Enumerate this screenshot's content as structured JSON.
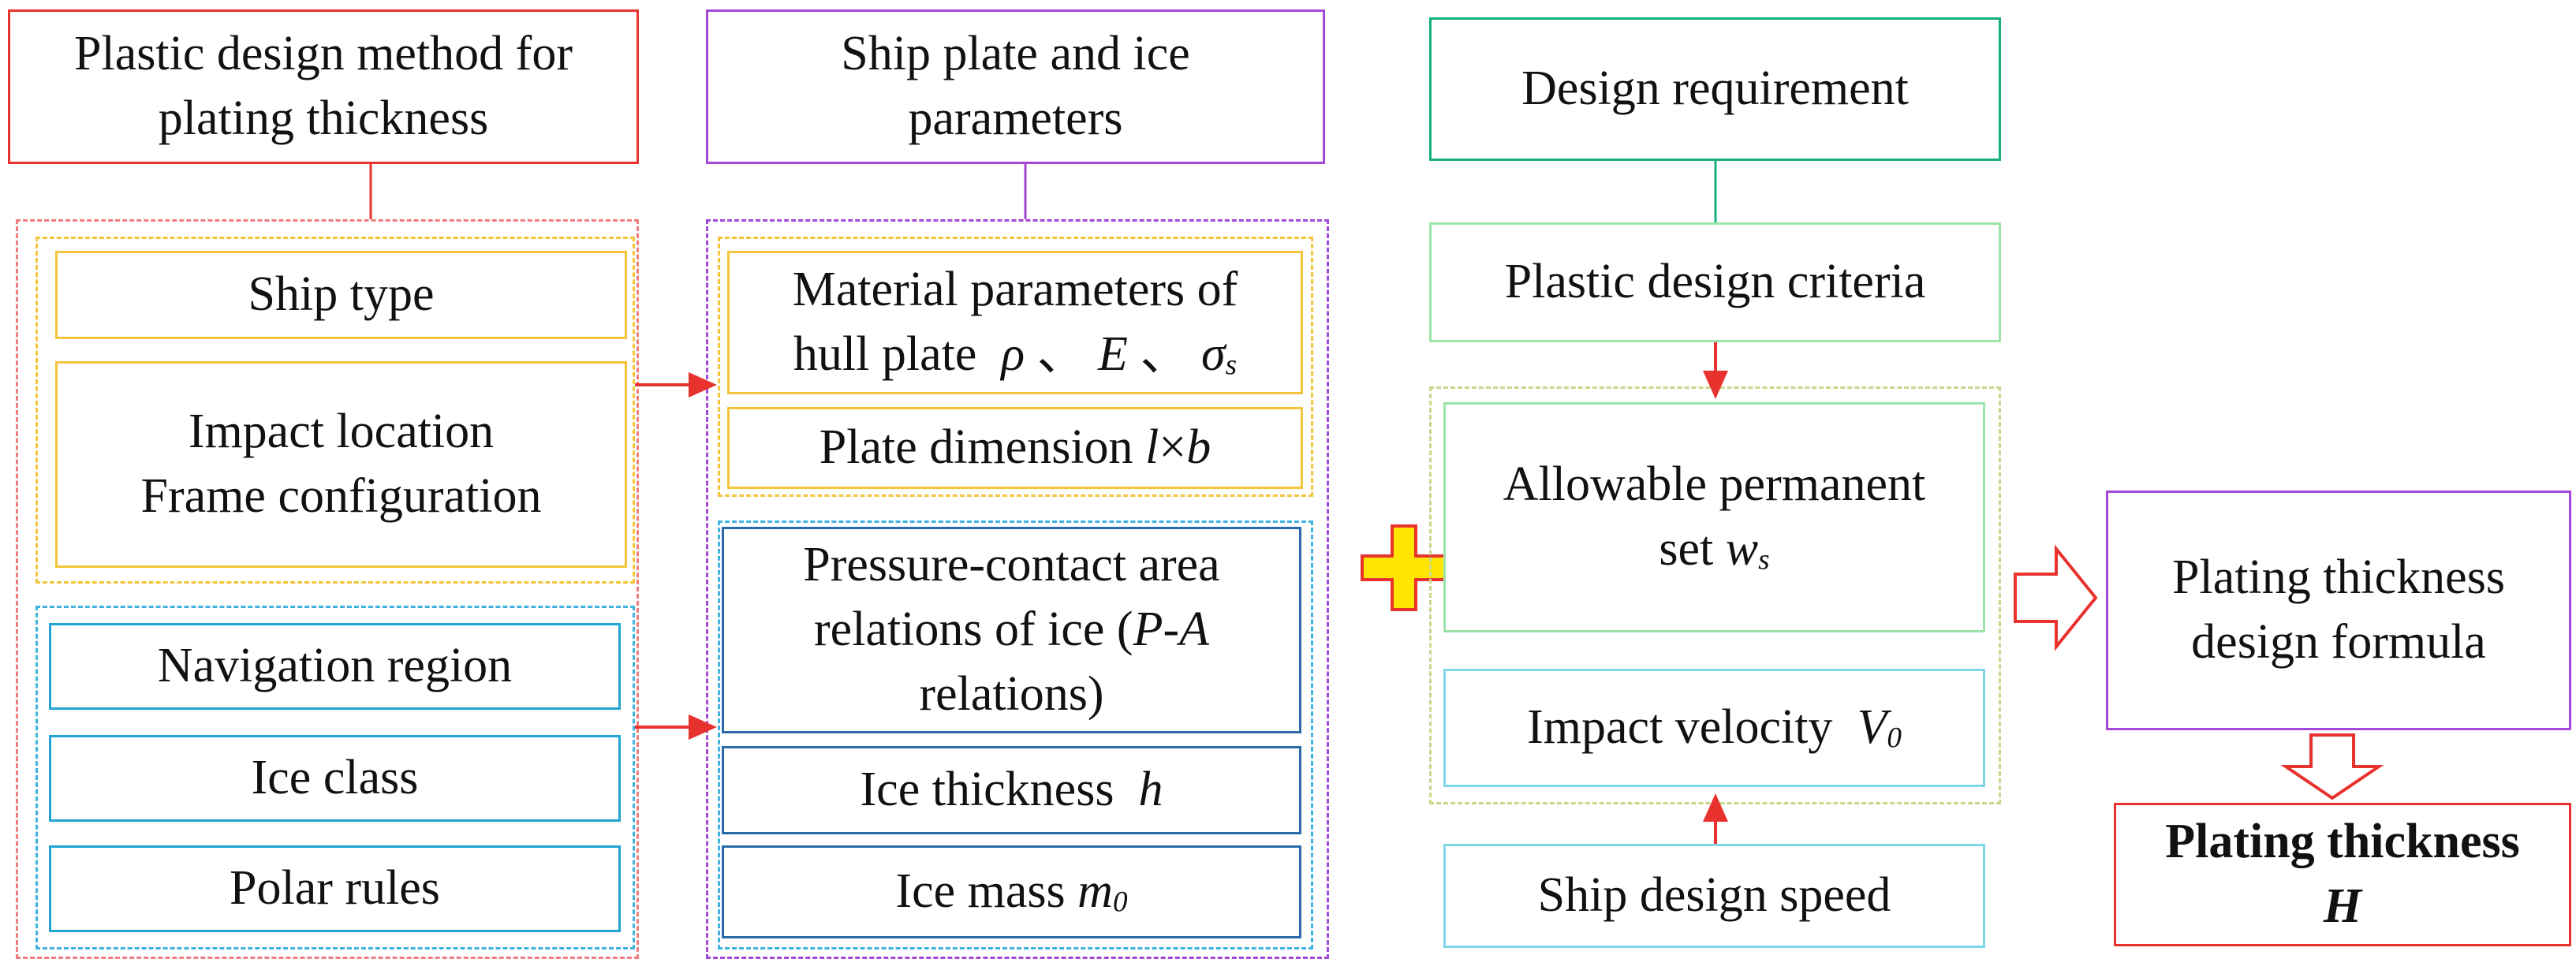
{
  "col1": {
    "title_lines": [
      "Plastic design method for",
      "plating thickness"
    ],
    "ship_type": "Ship type",
    "impact_lines": [
      "Impact location",
      "Frame configuration"
    ],
    "navigation_region": "Navigation region",
    "ice_class": "Ice class",
    "polar_rules": "Polar rules"
  },
  "col2": {
    "title_lines": [
      "Ship plate and ice",
      "parameters"
    ],
    "material_line1": "Material parameters of",
    "material_line2_prefix": "hull plate",
    "material_symbols": [
      "ρ",
      "、",
      "E",
      "、",
      "σ",
      "s"
    ],
    "plate_dimension_prefix": "Plate dimension",
    "plate_dimension_symbols": [
      "l",
      "×",
      "b"
    ],
    "pressure_lines": [
      "Pressure-contact area",
      "relations of ice (",
      "P-A",
      "relations)"
    ],
    "ice_thickness_prefix": "Ice thickness",
    "ice_thickness_symbol": "h",
    "ice_mass_prefix": "Ice mass",
    "ice_mass_symbol": "m",
    "ice_mass_sub": "0"
  },
  "plus_symbol": "✚",
  "col3": {
    "design_requirement": "Design requirement",
    "plastic_criteria": "Plastic design criteria",
    "allowable_line1": "Allowable permanent",
    "allowable_line2_prefix": "set",
    "allowable_symbol": "w",
    "allowable_sub": "s",
    "impact_velocity_prefix": "Impact velocity",
    "impact_velocity_symbol": "V",
    "impact_velocity_sub": "0",
    "ship_design_speed": "Ship design speed"
  },
  "col4": {
    "formula_lines": [
      "Plating thickness",
      "design formula"
    ],
    "result_lines": [
      "Plating thickness",
      "H"
    ]
  },
  "colors": {
    "red": "#e8322e",
    "purple": "#a348d8",
    "green": "#15b07a",
    "orange": "#f4c53a",
    "blue": "#1fa5d3",
    "navy": "#2b6aa8",
    "cyan": "#7fd8e8",
    "plus_fill": "#ffe600",
    "plus_outline": "#e8322e"
  }
}
